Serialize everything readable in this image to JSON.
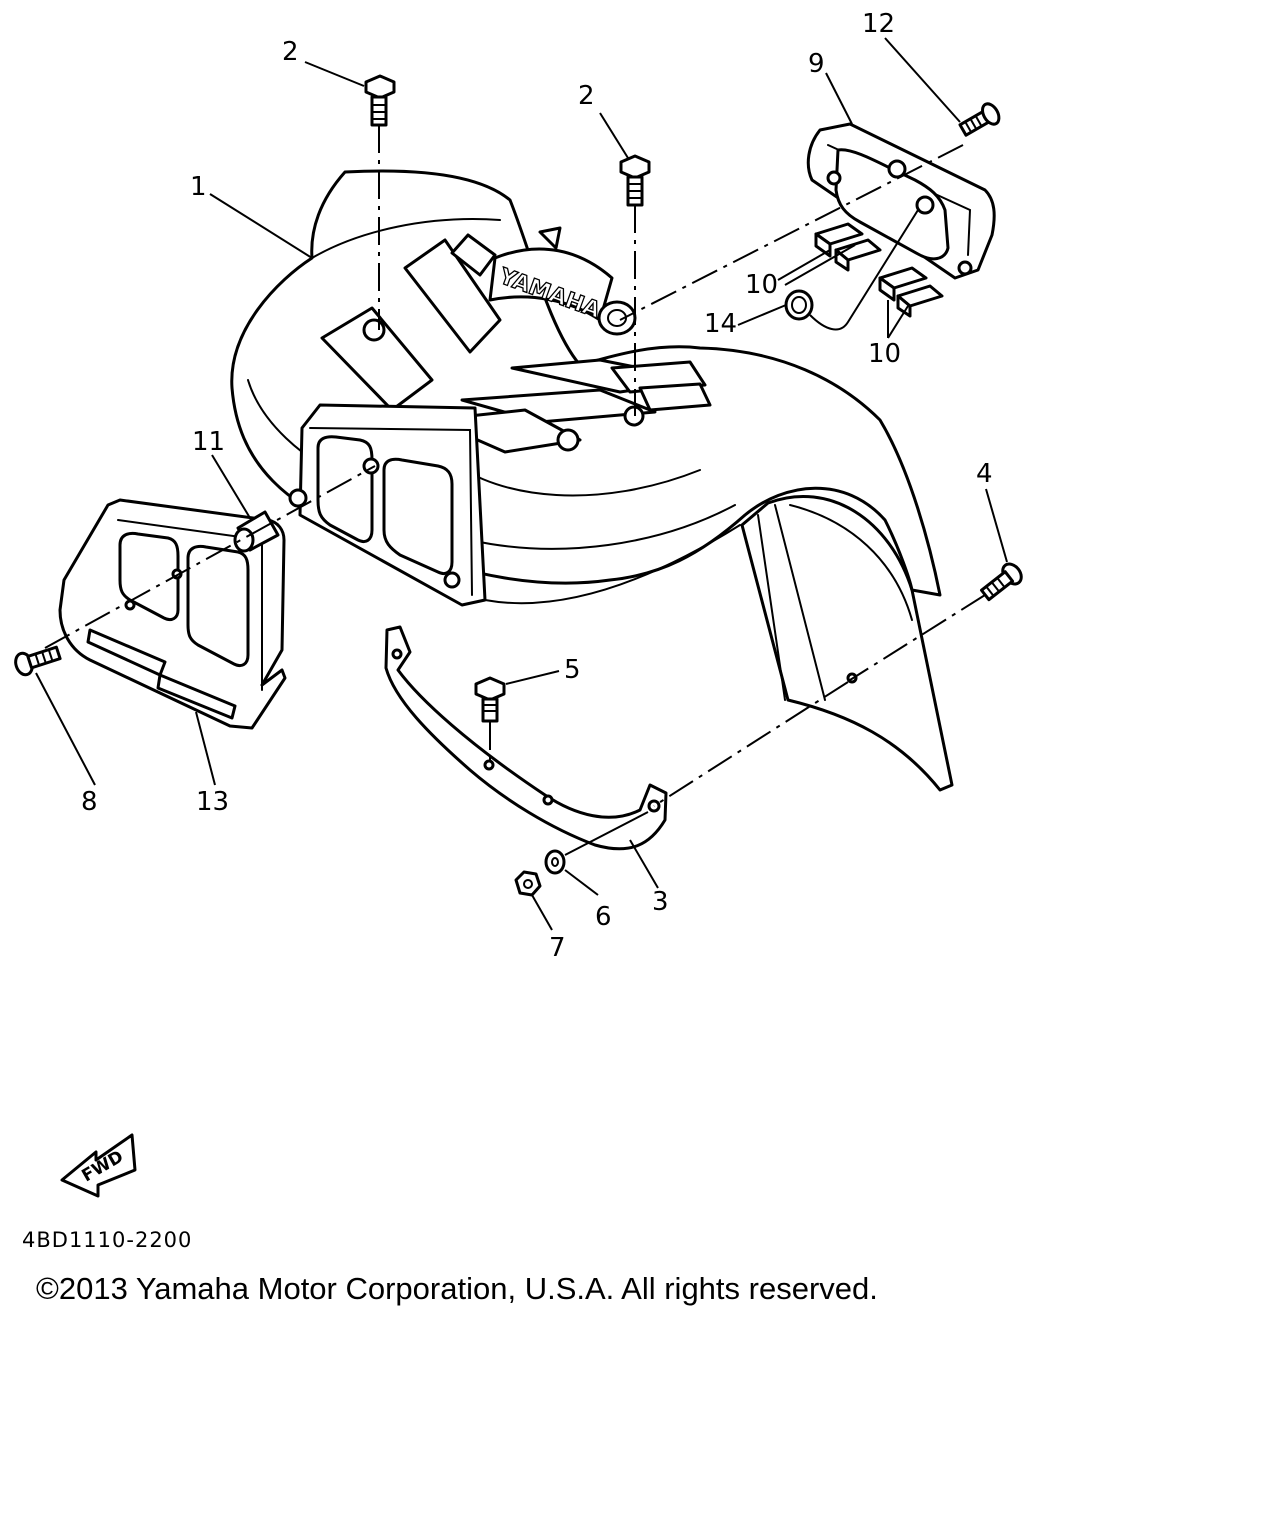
{
  "diagram": {
    "callouts": {
      "c1": "1",
      "c2a": "2",
      "c2b": "2",
      "c3": "3",
      "c4": "4",
      "c5": "5",
      "c6": "6",
      "c7": "7",
      "c8": "8",
      "c9": "9",
      "c10a": "10",
      "c10b": "10",
      "c11": "11",
      "c12": "12",
      "c13": "13",
      "c14": "14"
    },
    "fender_emboss": "YAMAHA",
    "direction_label": "FWD",
    "diagram_code": "4BD1110-2200",
    "copyright": "©2013 Yamaha Motor Corporation, U.S.A. All rights reserved."
  }
}
